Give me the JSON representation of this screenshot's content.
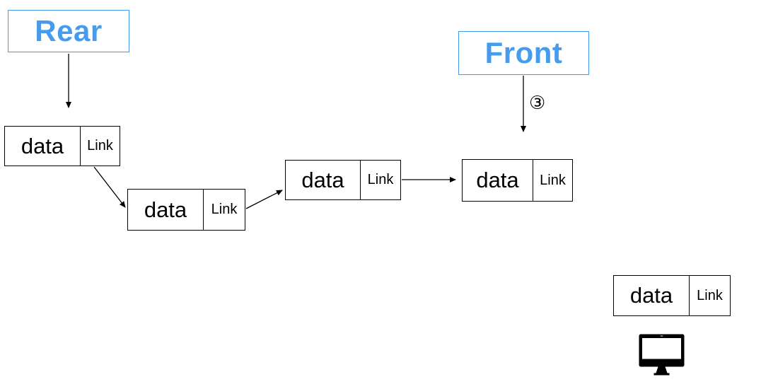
{
  "diagram": {
    "title_implicit": "linked-list queue",
    "pointers": {
      "rear_label": "Rear",
      "front_label": "Front"
    },
    "step_marker": "③",
    "nodes": [
      {
        "data": "data",
        "link": "Link"
      },
      {
        "data": "data",
        "link": "Link"
      },
      {
        "data": "data",
        "link": "Link"
      },
      {
        "data": "data",
        "link": "Link"
      },
      {
        "data": "data",
        "link": "Link"
      }
    ],
    "icons": [
      {
        "name": "monitor-icon"
      }
    ],
    "colors": {
      "accent_blue": "#459CEE",
      "line_black": "#000000",
      "background": "#ffffff"
    }
  }
}
